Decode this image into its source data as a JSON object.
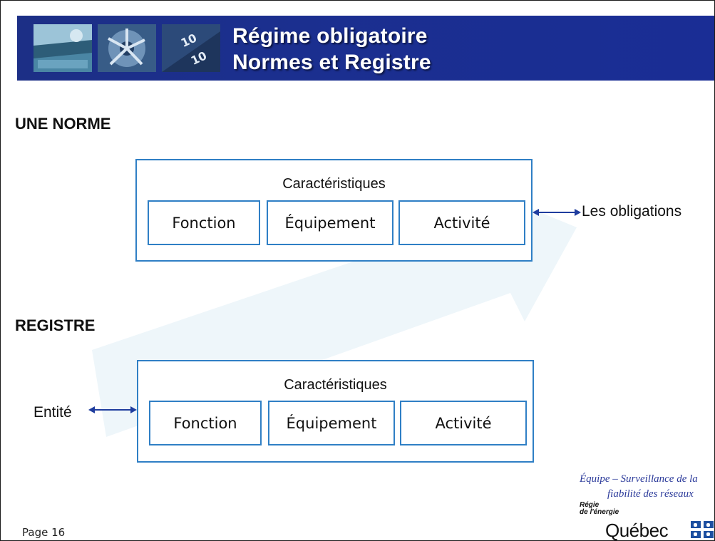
{
  "header": {
    "title_line1": "Régime obligatoire",
    "title_line2": "Normes et Registre",
    "thumbnails": [
      "dam-photo-icon",
      "turbine-photo-icon",
      "meter-photo-icon"
    ]
  },
  "norme": {
    "heading": "UNE NORME",
    "caption": "Caractéristiques",
    "cells": [
      "Fonction",
      "Équipement",
      "Activité"
    ],
    "link_label": "Les obligations"
  },
  "registre": {
    "heading": "REGISTRE",
    "caption": "Caractéristiques",
    "cells": [
      "Fonction",
      "Équipement",
      "Activité"
    ],
    "link_label": "Entité"
  },
  "footer": {
    "page": "Page 16",
    "team_line1": "Équipe – Surveillance de la",
    "team_line2": "fiabilité des réseaux",
    "regie_line1": "Régie",
    "regie_line2": "de l'énergie",
    "quebec": "Québec"
  },
  "colors": {
    "header_bg": "#1c2f86",
    "box_border": "#2f7fc5",
    "arrow": "#1f3d9e",
    "bg_arrow": "#eef6fa"
  }
}
